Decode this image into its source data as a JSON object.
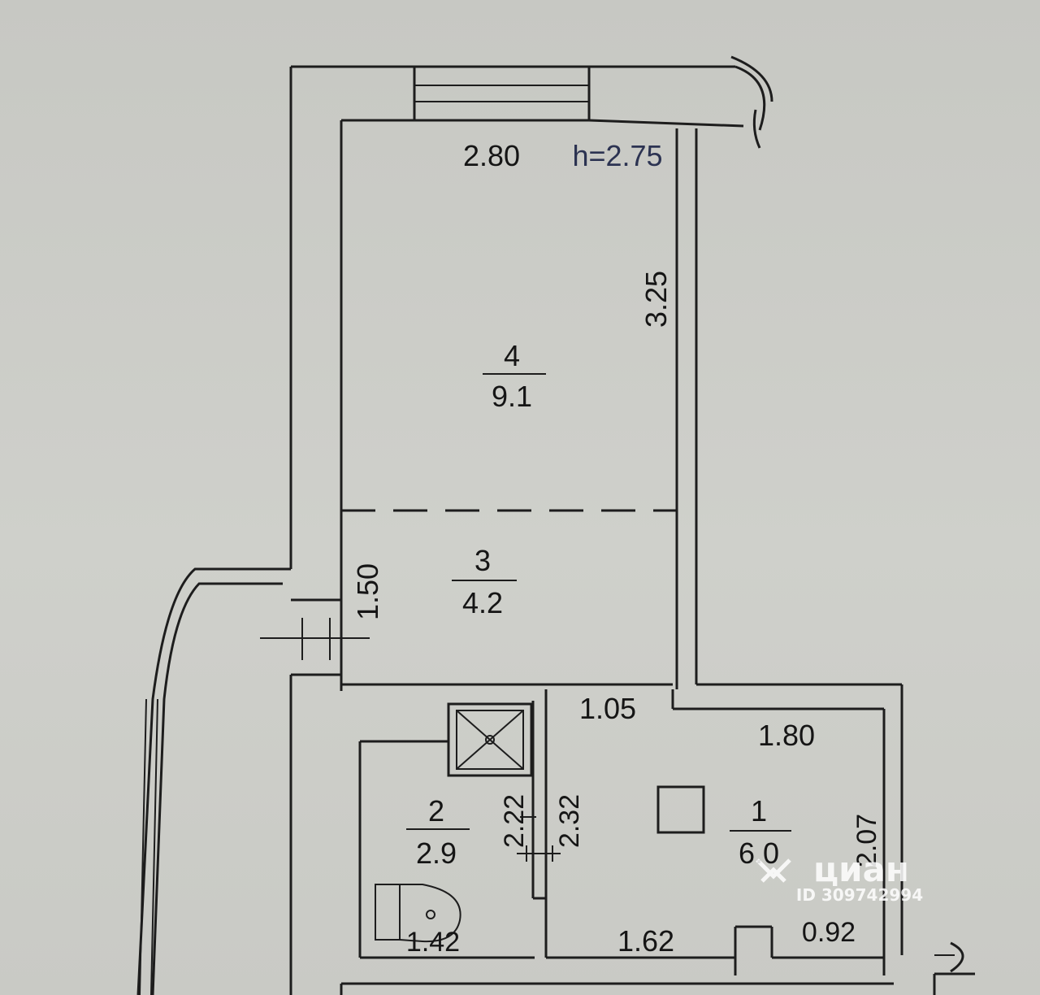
{
  "ceiling_height": "h=2.75",
  "dimensions": {
    "room4_width": "2.80",
    "room4_length": "3.25",
    "room3_length": "1.50",
    "passage_width": "1.05",
    "room1_top": "1.80",
    "room1_side": "2.07",
    "room1_bottom": "1.62",
    "room1_niche": "0.92",
    "bath_side": "2.22",
    "bath_side_outer": "2.32",
    "bath_bottom": "1.42"
  },
  "rooms": [
    {
      "number": "4",
      "area": "9.1"
    },
    {
      "number": "3",
      "area": "4.2"
    },
    {
      "number": "2",
      "area": "2.9"
    },
    {
      "number": "1",
      "area": "6.0"
    }
  ],
  "watermark": {
    "brand": "циан",
    "listing_id": "ID 309742994"
  },
  "colors": {
    "line": "#1d1d1d",
    "background": "#cbccc7",
    "height_label": "#2c3352",
    "watermark": "#ffffff"
  }
}
